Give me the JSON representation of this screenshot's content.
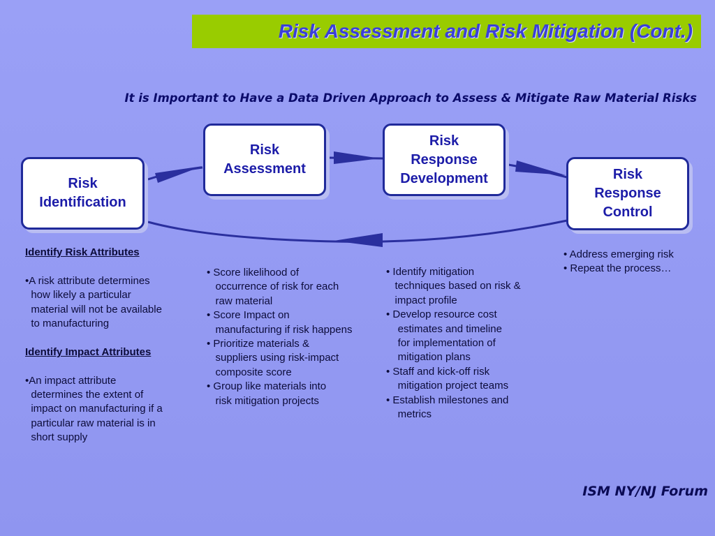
{
  "title": "Risk Assessment and Risk Mitigation (Cont.)",
  "subtitle": "It is Important to Have a Data Driven Approach to Assess & Mitigate Raw Material Risks",
  "boxes": {
    "identification": "Risk\nIdentification",
    "assessment": "Risk\nAssessment",
    "response_development": "Risk\nResponse\nDevelopment",
    "response_control": "Risk\nResponse\nControl"
  },
  "columns": {
    "identification": [
      {
        "text": "Identify Risk Attributes",
        "kind": "heading"
      },
      {
        "text": "",
        "kind": "gap"
      },
      {
        "text": "•A risk attribute determines",
        "kind": "text"
      },
      {
        "text": "  how likely a particular",
        "kind": "text"
      },
      {
        "text": "  material will not be available",
        "kind": "text"
      },
      {
        "text": "  to manufacturing",
        "kind": "text"
      },
      {
        "text": "",
        "kind": "gap"
      },
      {
        "text": "Identify Impact Attributes",
        "kind": "heading"
      },
      {
        "text": "",
        "kind": "gap"
      },
      {
        "text": "•An impact attribute",
        "kind": "text"
      },
      {
        "text": "  determines the extent of",
        "kind": "text"
      },
      {
        "text": "  impact on manufacturing if a",
        "kind": "text"
      },
      {
        "text": "  particular raw material is in",
        "kind": "text"
      },
      {
        "text": "  short supply",
        "kind": "text"
      }
    ],
    "assessment": [
      "• Score likelihood of",
      "   occurrence of risk for each",
      "   raw material",
      "• Score Impact on",
      "   manufacturing if risk happens",
      "• Prioritize materials &",
      "   suppliers using risk-impact",
      "   composite score",
      "• Group like materials into",
      "   risk mitigation projects"
    ],
    "response_development": [
      "• Identify mitigation",
      "   techniques based on risk &",
      "   impact profile",
      "• Develop resource cost",
      "    estimates and timeline",
      "    for implementation of",
      "    mitigation plans",
      "• Staff and kick-off risk",
      "    mitigation project teams",
      "• Establish milestones and",
      "    metrics"
    ],
    "response_control": [
      "• Address emerging risk",
      "• Repeat the process…"
    ]
  },
  "footer": "ISM NY/NJ Forum",
  "colors": {
    "title_bar": "#99cc00",
    "title_text": "#3a3fd9",
    "box_border": "#202a9a",
    "arrow": "#2a2f9e"
  }
}
